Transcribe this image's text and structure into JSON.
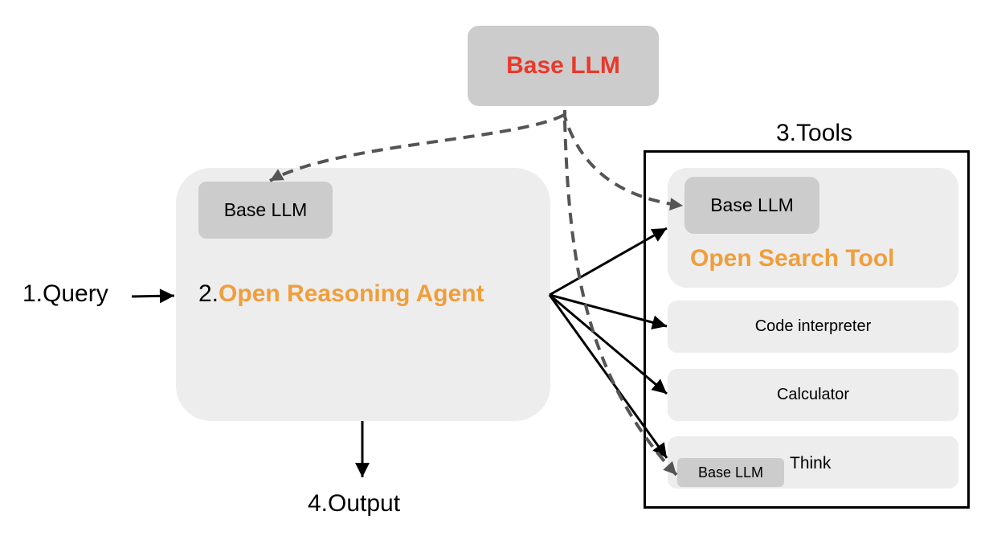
{
  "colors": {
    "base_llm_title": "#e8392b",
    "accent_orange": "#f09e3a",
    "light_box": "#ededed",
    "llm_box": "#cccccc",
    "dashed_arrow": "#555555",
    "solid_arrow": "#000000"
  },
  "base_llm": {
    "label": "Base LLM"
  },
  "query": {
    "label": "1.Query"
  },
  "agent": {
    "number": "2.",
    "title": "Open Reasoning Agent",
    "llm_label": "Base LLM"
  },
  "tools": {
    "title": "3.Tools",
    "search": {
      "llm_label": "Base LLM",
      "title": "Open Search Tool"
    },
    "code": {
      "label": "Code interpreter"
    },
    "calculator": {
      "label": "Calculator"
    },
    "think": {
      "label": "Think",
      "llm_label": "Base LLM"
    }
  },
  "output": {
    "label": "4.Output"
  }
}
